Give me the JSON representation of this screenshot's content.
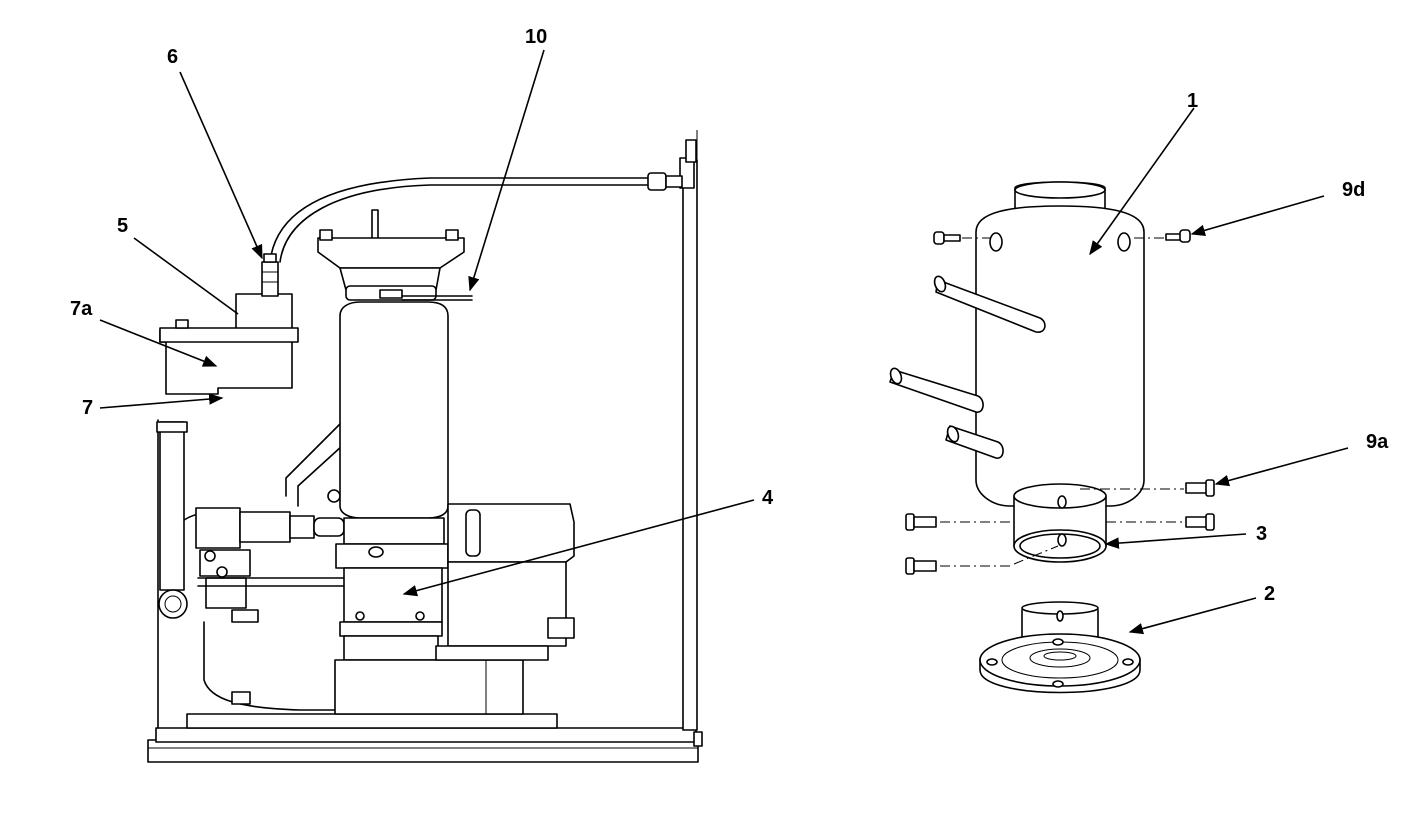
{
  "callouts": {
    "c1": "1",
    "c2": "2",
    "c3": "3",
    "c4": "4",
    "c5": "5",
    "c6": "6",
    "c7": "7",
    "c7a": "7a",
    "c9a": "9a",
    "c9d": "9d",
    "c10": "10"
  }
}
